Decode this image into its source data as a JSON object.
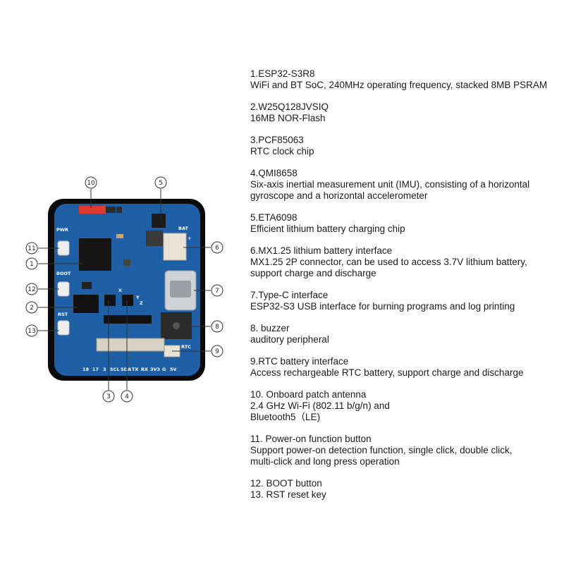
{
  "board": {
    "silkscreen": {
      "pwr": "PWR",
      "boot": "BOOT",
      "rst": "RST",
      "bat": "BAT",
      "plus": "+",
      "rtc": "RTC",
      "pins": [
        "18",
        "17",
        "3",
        "SCL",
        "SDA",
        "TX",
        "RX",
        "3V3",
        "G",
        "5V"
      ],
      "chip_marks": [
        "X",
        "Y",
        "Z"
      ]
    },
    "callouts": [
      "1",
      "2",
      "3",
      "4",
      "5",
      "6",
      "7",
      "8",
      "9",
      "10",
      "11",
      "12",
      "13"
    ]
  },
  "descriptions": [
    {
      "lines": [
        "1.ESP32-S3R8",
        "WiFi and BT SoC, 240MHz operating frequency, stacked 8MB PSRAM"
      ]
    },
    {
      "lines": [
        "2.W25Q128JVSIQ",
        "16MB NOR-Flash"
      ]
    },
    {
      "lines": [
        "3.PCF85063",
        "RTC clock chip"
      ]
    },
    {
      "lines": [
        "4.QMI8658",
        "Six-axis inertial measurement unit (IMU), consisting of a horizontal",
        "gyroscope and a horizontal accelerometer"
      ]
    },
    {
      "lines": [
        "5.ETA6098",
        "Efficient lithium battery charging chip"
      ]
    },
    {
      "lines": [
        "6.MX1.25 lithium battery interface",
        "MX1.25 2P connector, can be used to access 3.7V lithium battery,",
        "support charge and discharge"
      ]
    },
    {
      "lines": [
        "7.Type-C interface",
        "ESP32-S3 USB interface for burning programs and log printing"
      ]
    },
    {
      "lines": [
        "8. buzzer",
        "auditory peripheral"
      ]
    },
    {
      "lines": [
        "9.RTC battery interface",
        "Access rechargeable RTC battery, support charge and discharge"
      ]
    },
    {
      "lines": [
        "10. Onboard patch antenna",
        "2.4 GHz Wi-Fi (802.11 b/g/n) and",
        "Bluetooth5（LE)"
      ]
    },
    {
      "lines": [
        "11. Power-on function button",
        "Support power-on detection function, single click, double click,",
        "multi-click and long press operation"
      ]
    },
    {
      "lines": [
        "12. BOOT button",
        "13. RST reset key"
      ]
    }
  ]
}
